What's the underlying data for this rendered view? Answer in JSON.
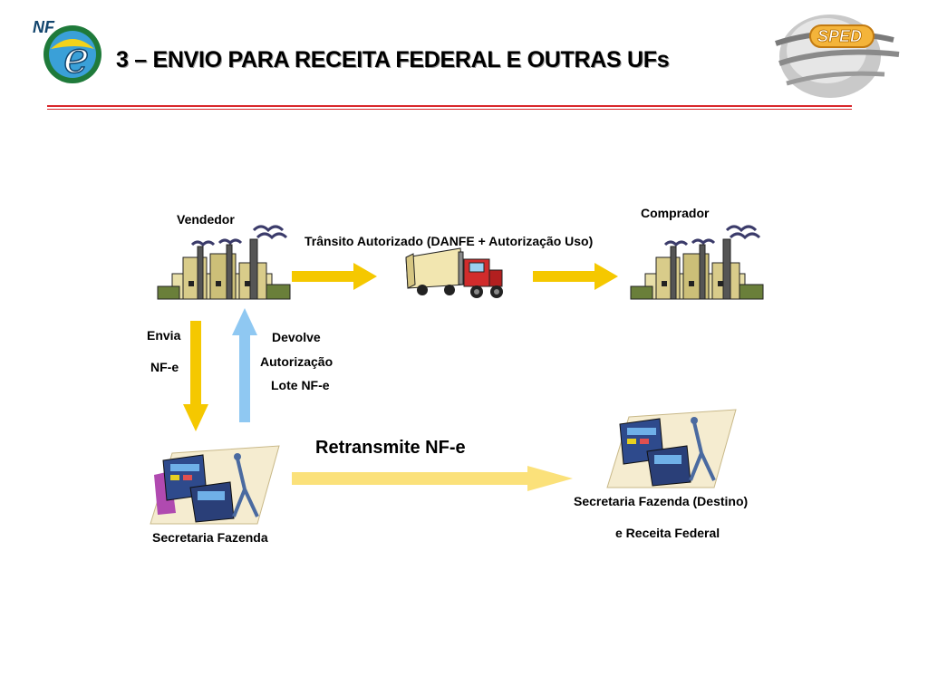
{
  "header": {
    "title": "3 – ENVIO PARA RECEITA FEDERAL E OUTRAS UFs",
    "logo_left_text": "NF e",
    "logo_right_text": "SPED"
  },
  "diagram": {
    "seller_label": "Vendedor",
    "buyer_label": "Comprador",
    "transit_label": "Trânsito Autorizado (DANFE + Autorização Uso)",
    "send_label_line1": "Envia",
    "send_label_line2": "NF-e",
    "return_label_line1": "Devolve",
    "return_label_line2": "Autorização",
    "return_label_line3": "Lote NF-e",
    "retransmit_label": "Retransmite NF-e",
    "origin_sefaz_label": "Secretaria Fazenda",
    "dest_sefaz_label_line1": "Secretaria Fazenda (Destino)",
    "dest_sefaz_label_line2": "e Receita Federal"
  },
  "colors": {
    "arrow_yellow": "#f5c800",
    "arrow_blue": "#8fc8f2",
    "arrow_light_yellow": "#fbe17a",
    "rule_red": "#d9262b"
  }
}
